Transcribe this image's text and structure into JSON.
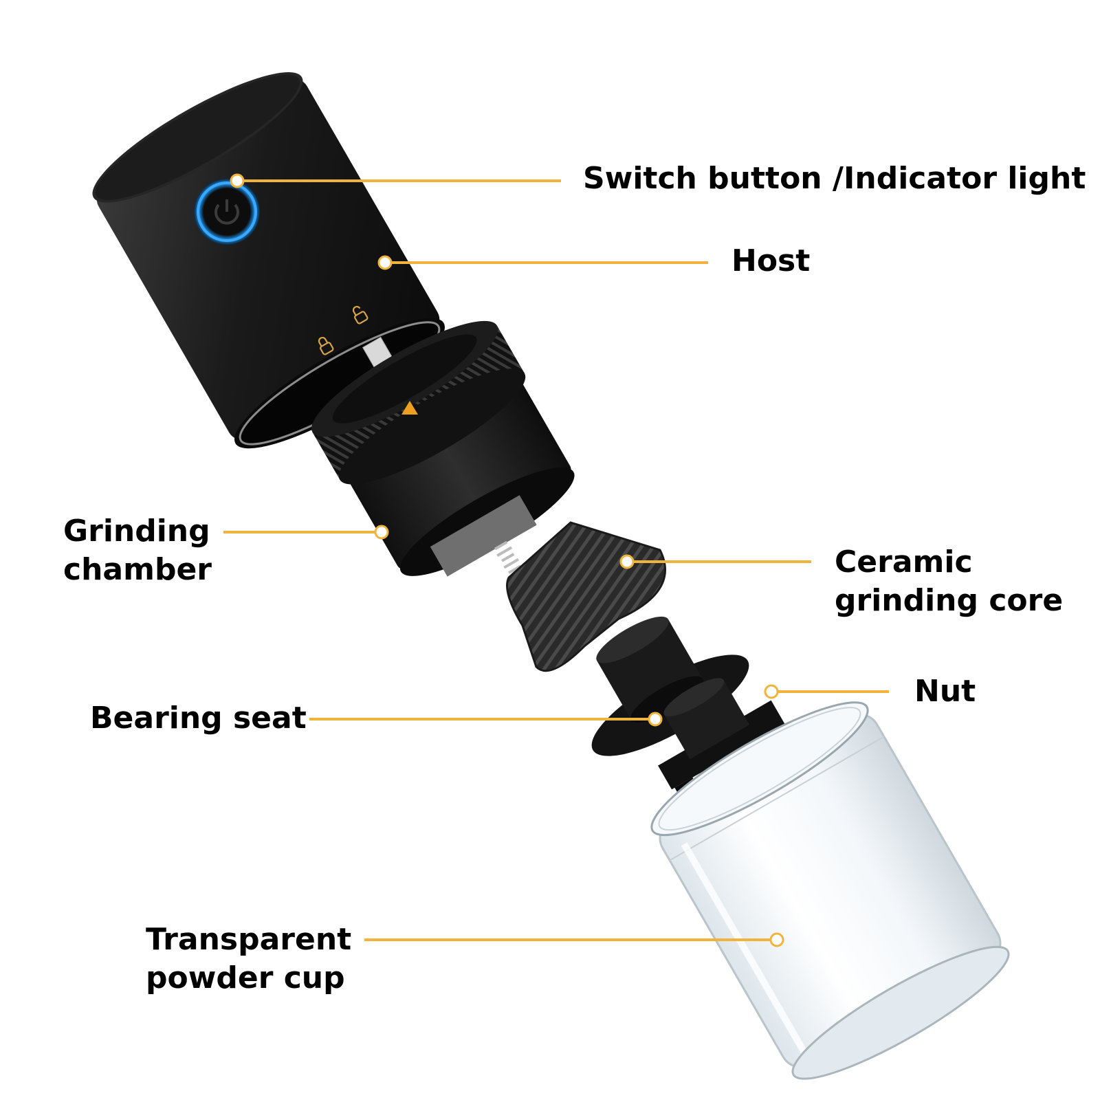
{
  "colors": {
    "leader": "#f0b43c",
    "body_dark": "#161616",
    "body_mid": "#2b2b2b",
    "ring_blue": "#1e8fe6",
    "accent_orange": "#f0a020",
    "glass": "#eef4f8"
  },
  "labels": {
    "switch": "Switch button /Indicator light",
    "host": "Host",
    "grinding_chamber": [
      "Grinding",
      "chamber"
    ],
    "ceramic_core": [
      "Ceramic",
      "grinding core"
    ],
    "nut": "Nut",
    "bearing_seat": "Bearing seat",
    "powder_cup": [
      "Transparent",
      "powder cup"
    ]
  },
  "icons": {
    "power": "power-icon",
    "lock": "lock-icon",
    "unlock": "unlock-icon",
    "arrow": "triangle-arrow-icon"
  }
}
